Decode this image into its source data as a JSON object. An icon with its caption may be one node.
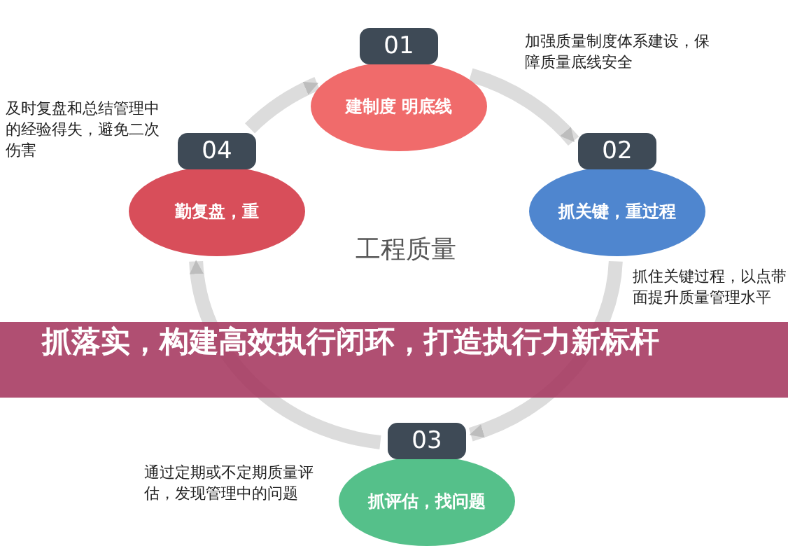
{
  "diagram": {
    "title": "抓落实，构建高效执行闭环，打造执行力新标杆",
    "nodes": [
      {
        "text": [
          "01"
        ]
      },
      {
        "text": [
          "建制度 明底线"
        ],
        "beside": [
          "加强质量制度体系建设，保障质量底线安全"
        ]
      },
      {
        "text": [
          "02"
        ]
      },
      {
        "text": [
          "抓关键，重过程"
        ],
        "beside": [
          "抓住关键过程，以点带面提升质量管理水平"
        ]
      },
      {
        "text": [
          "03"
        ]
      },
      {
        "text": [
          "抓评估，找问题"
        ],
        "beside": [
          "通过定期或不定期质量评估，发现管理中的问题"
        ]
      },
      {
        "text": [
          "04"
        ]
      },
      {
        "text": [
          "勤复盘，重"
        ],
        "beside": [
          "及时复盘和总结管理中的经验得失，避免二次伤害"
        ]
      },
      {
        "text": [
          "工程质量"
        ]
      }
    ],
    "edges": [
      {
        "from": 1,
        "to": 3,
        "arrow": "to"
      },
      {
        "from": 3,
        "to": 5,
        "arrow": "to"
      },
      {
        "from": 4,
        "to": 7,
        "arrow": "to"
      },
      {
        "from": 6,
        "to": 1,
        "arrow": "to"
      }
    ]
  }
}
